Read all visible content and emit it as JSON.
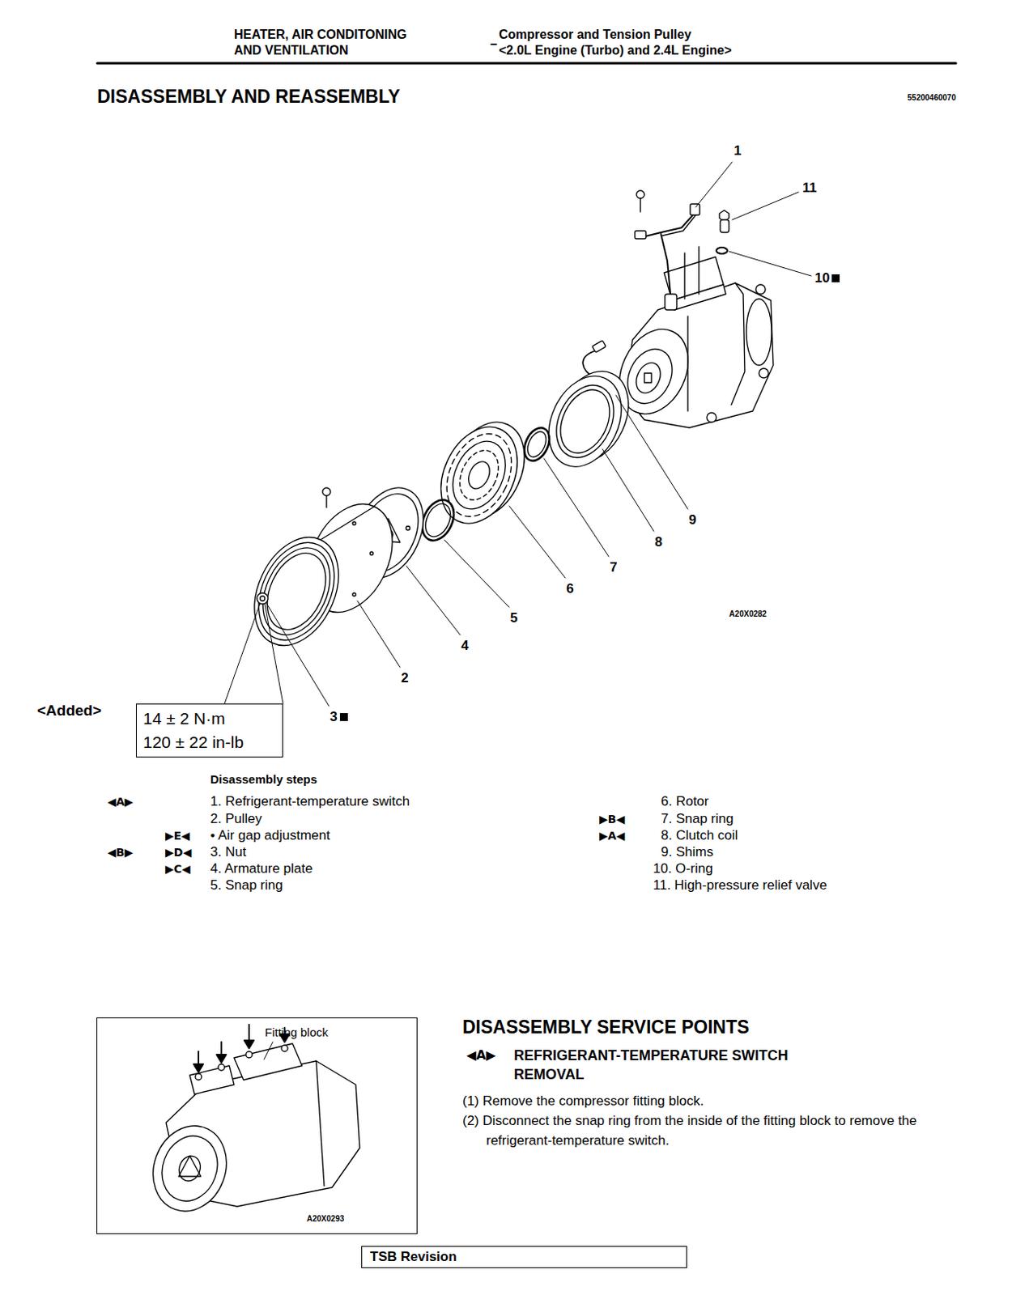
{
  "diagram": {
    "title": "DISASSEMBLY AND REASSEMBLY",
    "nodes": [
      {
        "text": [
          "14 ± 2 N·m",
          "120 ± 22 in-lb"
        ]
      },
      {
        "text": [
          "Fitting block",
          "A20X0293"
        ]
      },
      {
        "text": [
          "TSB Revision"
        ]
      }
    ],
    "labels": [
      "HEATER, AIR CONDITONING",
      "AND VENTILATION",
      "–",
      "Compressor and Tension Pulley",
      "<2.0L Engine (Turbo) and 2.4L Engine>",
      "55200460070",
      "1",
      "11",
      "10",
      "9",
      "8",
      "7",
      "6",
      "5",
      "4",
      "2",
      "3",
      "A20X0282",
      "<Added>",
      "Disassembly steps",
      "◀A▶",
      "1. Refrigerant-temperature switch",
      "2. Pulley",
      "▶E◀",
      "• Air gap adjustment",
      "◀B▶",
      "▶D◀",
      "3. Nut",
      "▶C◀",
      "4. Armature plate",
      "5. Snap ring",
      "6. Rotor",
      "▶B◀",
      "7. Snap ring",
      "▶A◀",
      "8. Clutch coil",
      "9. Shims",
      "10. O-ring",
      "11. High-pressure relief valve",
      "DISASSEMBLY SERVICE POINTS",
      "◀A▶",
      "REFRIGERANT-TEMPERATURE SWITCH REMOVAL",
      "(1) Remove the compressor fitting block.",
      "(2) Disconnect the snap ring from the inside of the fitting block to remove the refrigerant-temperature switch."
    ]
  }
}
